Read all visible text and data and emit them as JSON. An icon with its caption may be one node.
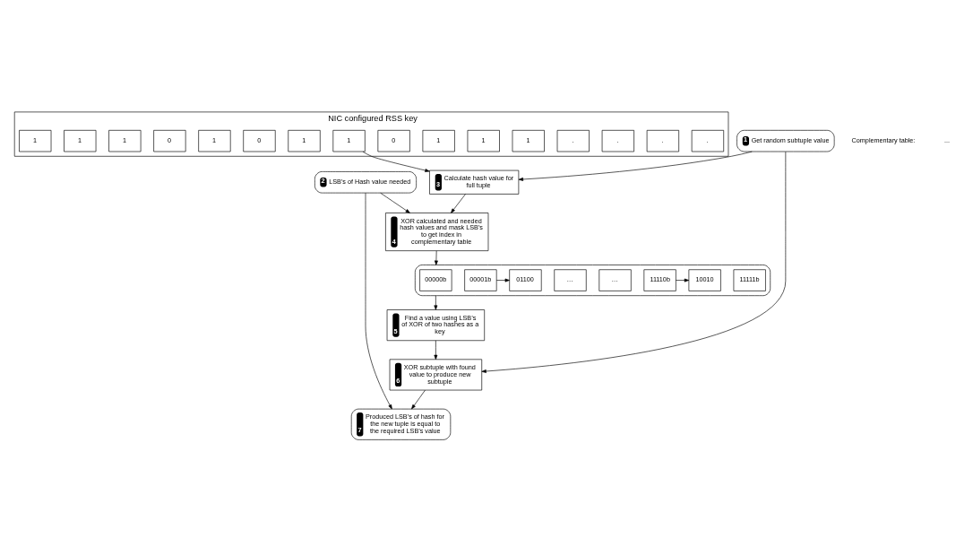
{
  "diagram": {
    "nodes": [
      {
        "text": [
          "NIC configured RSS key"
        ]
      },
      {
        "text": [
          "1"
        ],
        "in": 0
      },
      {
        "text": [
          "1"
        ],
        "in": 0
      },
      {
        "text": [
          "1"
        ],
        "in": 0
      },
      {
        "text": [
          "0"
        ],
        "in": 0
      },
      {
        "text": [
          "1"
        ],
        "in": 0
      },
      {
        "text": [
          "0"
        ],
        "in": 0
      },
      {
        "text": [
          "1"
        ],
        "in": 0
      },
      {
        "text": [
          "1"
        ],
        "in": 0
      },
      {
        "text": [
          "0"
        ],
        "in": 0
      },
      {
        "text": [
          "1"
        ],
        "in": 0
      },
      {
        "text": [
          "1"
        ],
        "in": 0
      },
      {
        "text": [
          "1"
        ],
        "in": 0
      },
      {
        "text": [
          "."
        ],
        "in": 0
      },
      {
        "text": [
          "."
        ],
        "in": 0
      },
      {
        "text": [
          "."
        ],
        "in": 0
      },
      {
        "text": [
          "."
        ],
        "in": 0
      },
      {
        "text": [
          "1",
          "Get random subtuple value"
        ]
      },
      {
        "text": [
          "2",
          "LSB’s of Hash value needed"
        ]
      },
      {
        "text": [
          "3",
          "Calculate hash value for full tuple"
        ]
      },
      {
        "text": [
          "4",
          "XOR calculated and needed hash values and mask LSB’s to get index in complementary table"
        ]
      },
      {
        "text": [],
        "shape": "box"
      },
      {
        "text": [
          "00000b"
        ],
        "in": 21
      },
      {
        "text": [
          "00001b"
        ],
        "in": 21
      },
      {
        "text": [
          "…"
        ],
        "in": 21
      },
      {
        "text": [
          "…"
        ],
        "in": 21
      },
      {
        "text": [
          "11110b"
        ],
        "in": 21
      },
      {
        "text": [
          "11111b"
        ],
        "in": 21
      },
      {
        "text": [
          "01100"
        ],
        "in": 21
      },
      {
        "text": [
          "10010"
        ],
        "in": 21
      },
      {
        "text": [
          "5",
          "Find a value using LSB’s of XOR of two hashes as a key"
        ]
      },
      {
        "text": [
          "6",
          "XOR subtuple with found value to produce new subtuple"
        ]
      },
      {
        "text": [
          "7",
          "Produced LSB’s of hash for the new tuple is equal to the required LSB’s value"
        ]
      }
    ],
    "edges": [
      {
        "from": 8,
        "to": 19,
        "arrow": "to"
      },
      {
        "from": 17,
        "to": 19,
        "arrow": "to"
      },
      {
        "from": 17,
        "to": 31,
        "arrow": "to"
      },
      {
        "from": 18,
        "to": 20,
        "arrow": "to"
      },
      {
        "from": 18,
        "to": 32,
        "arrow": "to"
      },
      {
        "from": 19,
        "to": 20,
        "arrow": "to"
      },
      {
        "from": 20,
        "to": 21,
        "arrow": "to"
      },
      {
        "from": 23,
        "to": 28,
        "arrow": "to"
      },
      {
        "from": 26,
        "to": 29,
        "arrow": "to"
      },
      {
        "from": 21,
        "to": 30,
        "arrow": "to"
      },
      {
        "from": 30,
        "to": 31,
        "arrow": "to"
      },
      {
        "from": 31,
        "to": 32,
        "arrow": "to"
      }
    ],
    "labels": [
      "Complementary table:",
      "..."
    ]
  }
}
